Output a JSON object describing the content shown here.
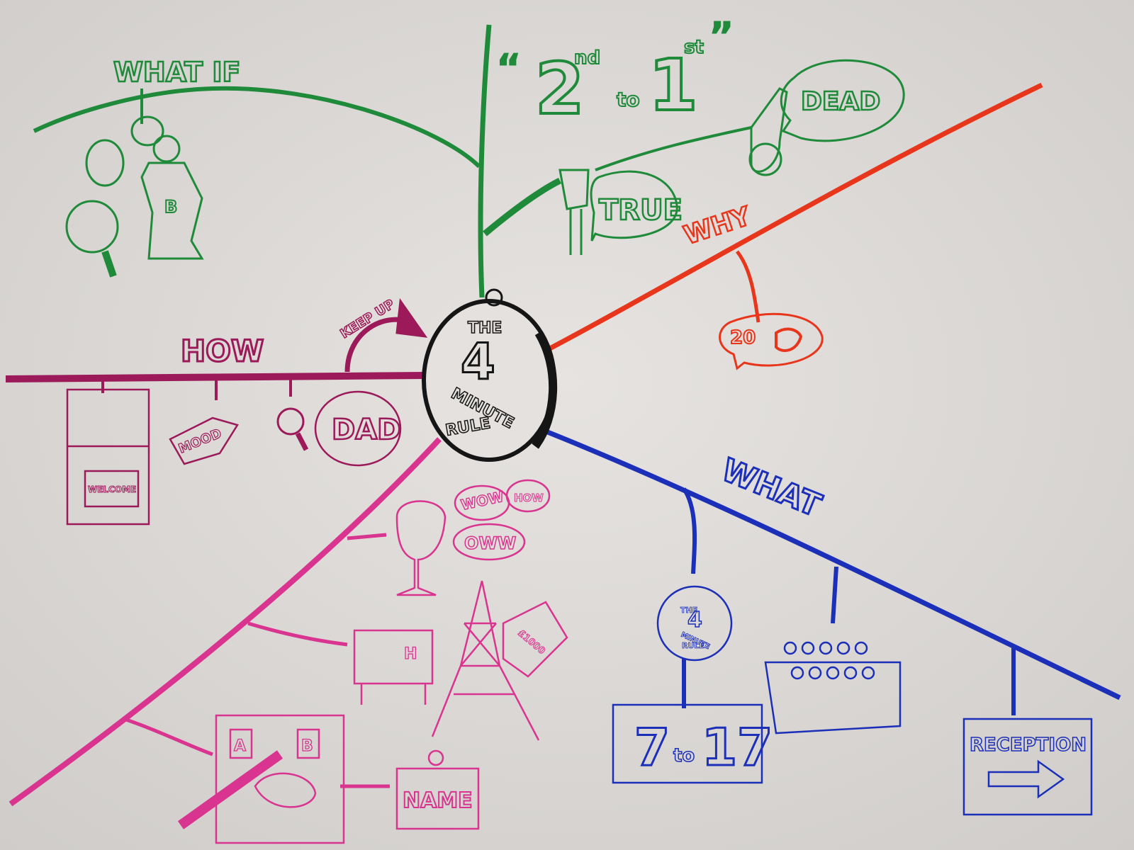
{
  "colors": {
    "paper": "#dedbd8",
    "green": "#1f8a3a",
    "red": "#e8361c",
    "purple": "#9c1a5a",
    "pink": "#d9348f",
    "blue": "#1c2fb8",
    "black": "#151515"
  },
  "center": {
    "line1": "THE",
    "number": "4",
    "line2": "MINUTE",
    "line3": "RULE"
  },
  "branches": {
    "what_if": {
      "label": "WHAT IF",
      "shirt_letter": "B",
      "quote": {
        "open": "“",
        "first": "2",
        "first_sup": "nd",
        "to": "to",
        "second": "1",
        "second_sup": "st",
        "close": "”"
      },
      "dead": "DEAD",
      "true": "TRUE"
    },
    "why": {
      "label": "WHY",
      "bubble": "20"
    },
    "how": {
      "label": "HOW",
      "keep_up": "KEEP UP",
      "mood": "MOOD",
      "dad": "DAD",
      "welcome": "WELCOME"
    },
    "pink": {
      "wow": "WOW",
      "how": "HOW",
      "oww": "OWW",
      "money": "£1000",
      "tv_letter": "H",
      "map_a": "A",
      "map_b": "B",
      "name": "NAME"
    },
    "what": {
      "label": "WHAT",
      "mini_clock": {
        "line1": "THE",
        "number": "4",
        "line2": "MINUTE",
        "line3": "RULE"
      },
      "range": {
        "from": "7",
        "to": "to",
        "until": "17"
      },
      "reception": "RECEPTION"
    }
  }
}
